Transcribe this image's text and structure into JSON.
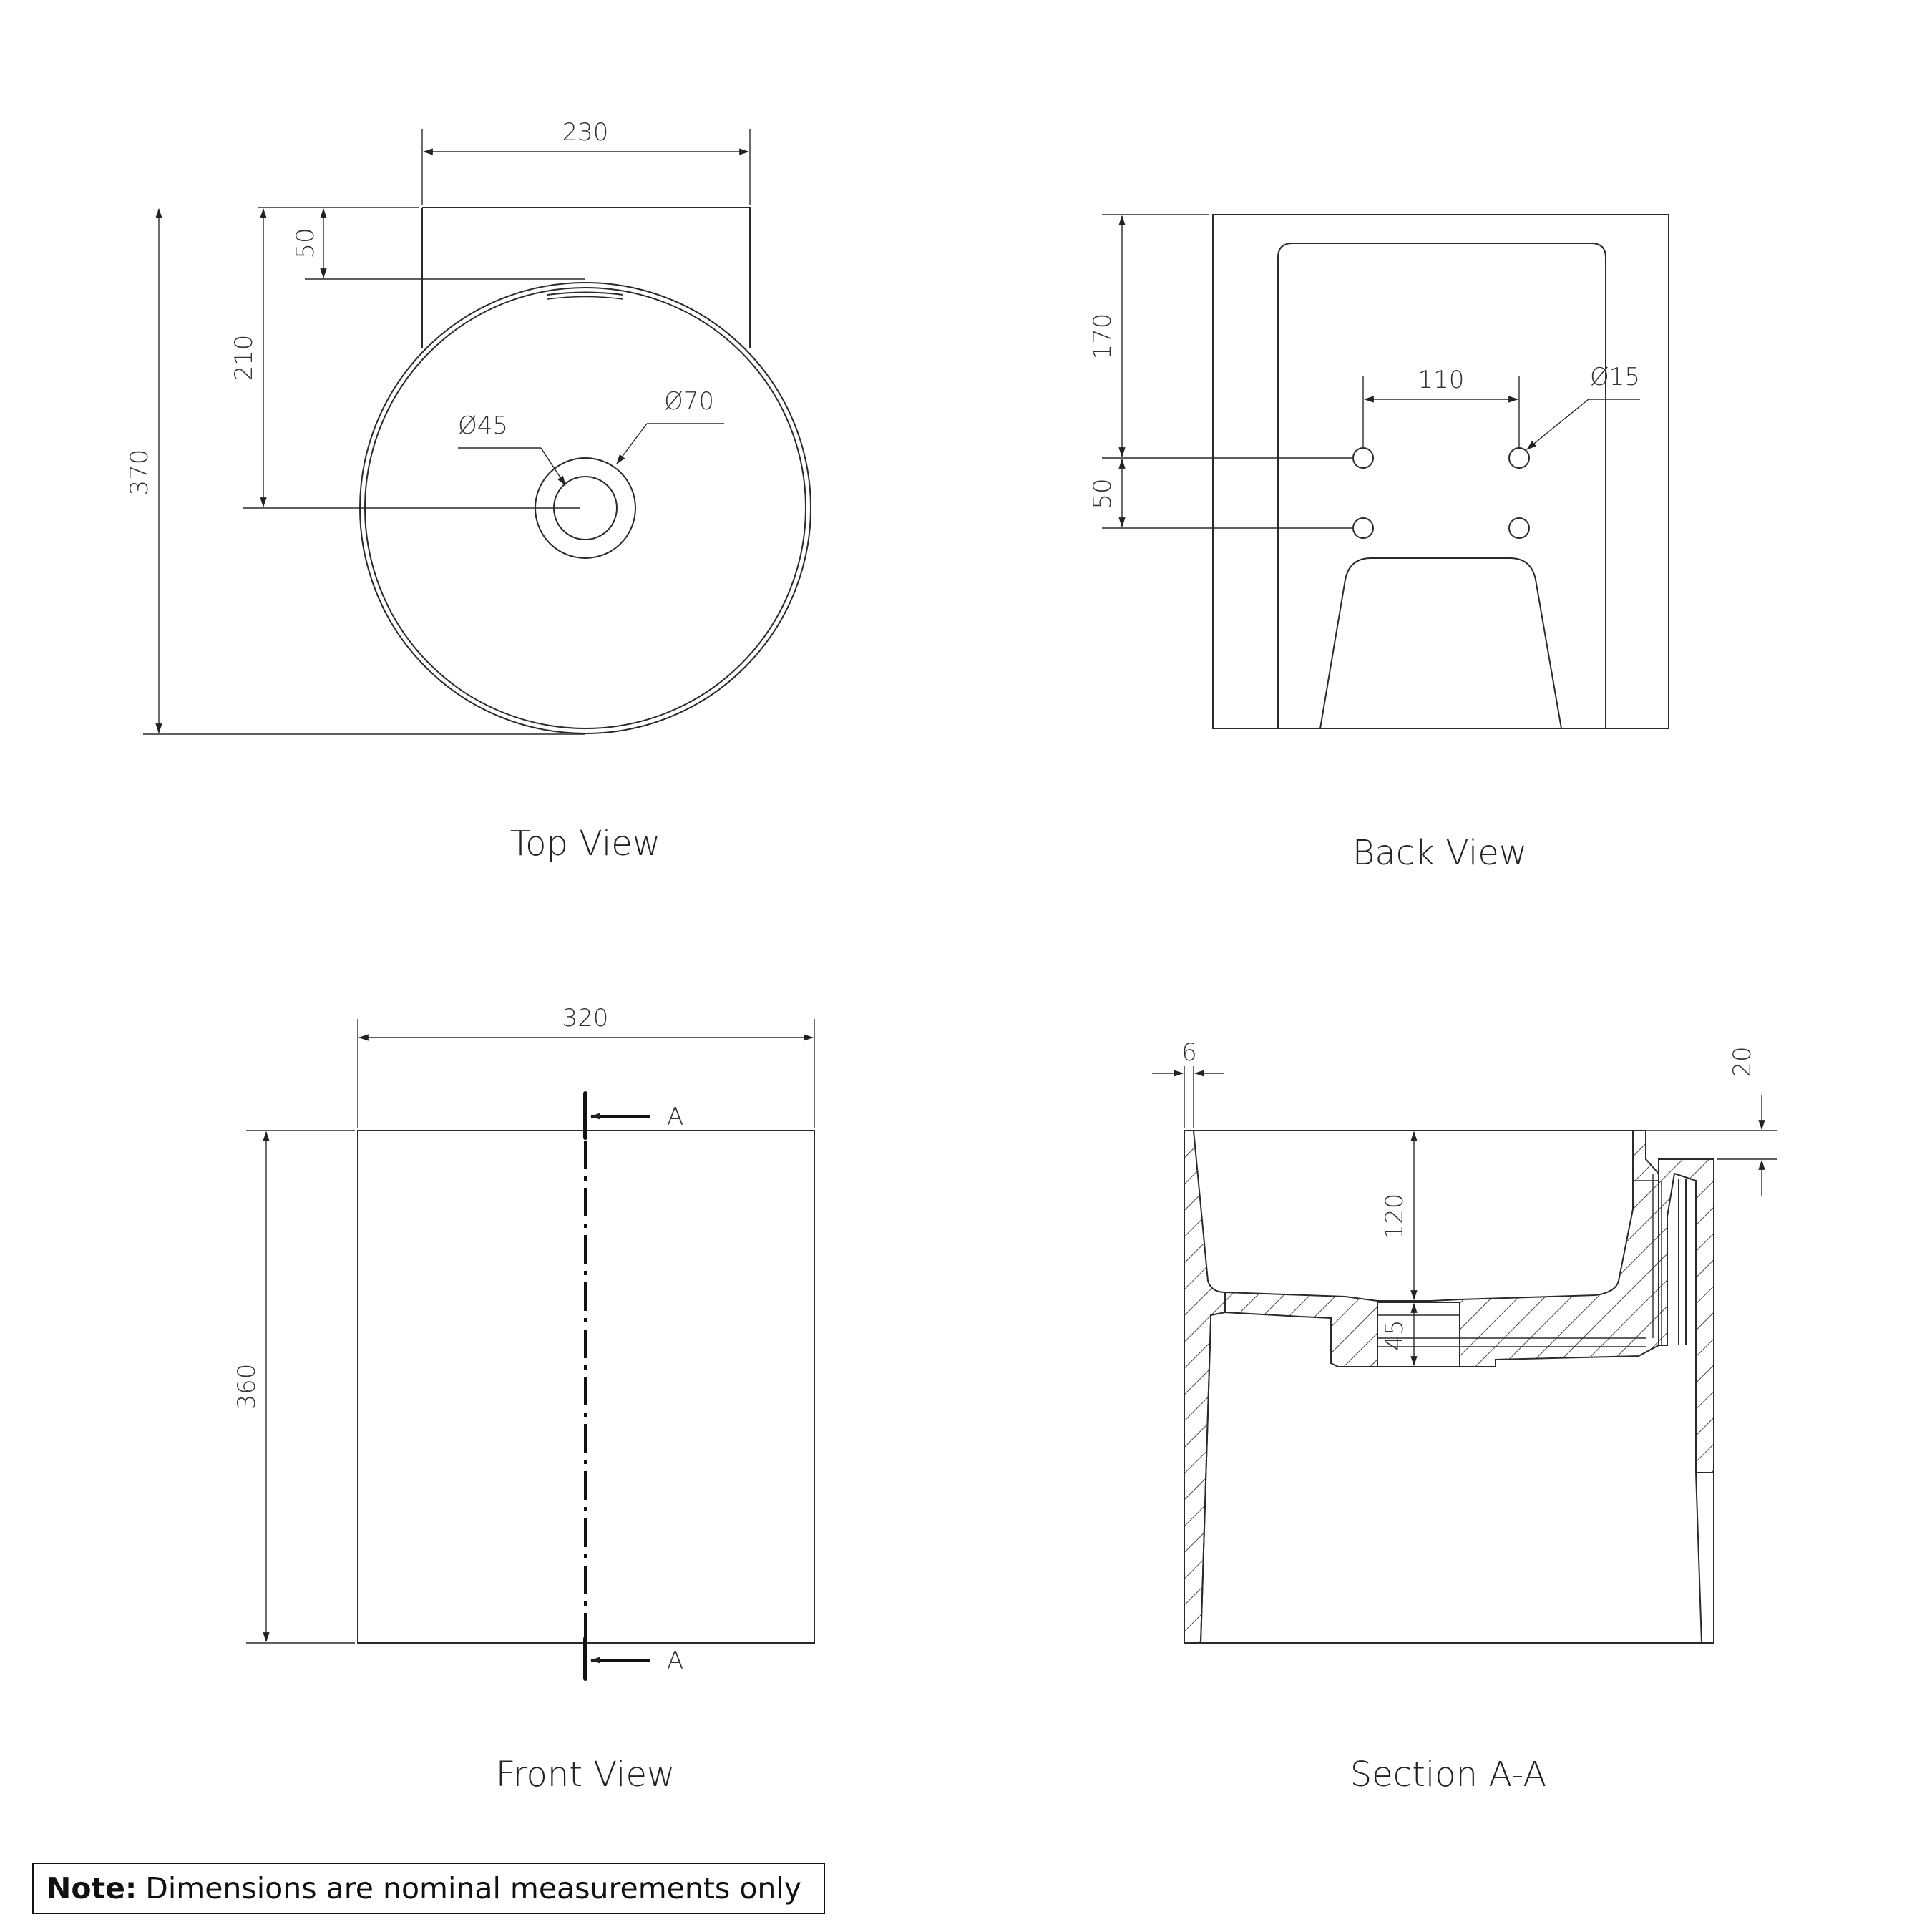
{
  "views": {
    "top": {
      "label": "Top View",
      "dims": {
        "width": "230",
        "offset": "50",
        "center": "210",
        "depth": "370",
        "outer_dia": "Ø70",
        "inner_dia": "Ø45"
      }
    },
    "back": {
      "label": "Back View",
      "dims": {
        "height": "170",
        "hole_spacing_v": "50",
        "hole_spacing_h": "110",
        "hole_dia": "Ø15"
      }
    },
    "front": {
      "label": "Front View",
      "dims": {
        "width": "320",
        "height": "360"
      },
      "section_marker": "A"
    },
    "section": {
      "label": "Section A-A",
      "dims": {
        "wall": "6",
        "rim": "20",
        "bowl_depth": "120",
        "drain": "45"
      }
    }
  },
  "note": {
    "prefix": "Note:",
    "text": "Dimensions are nominal measurements only"
  }
}
